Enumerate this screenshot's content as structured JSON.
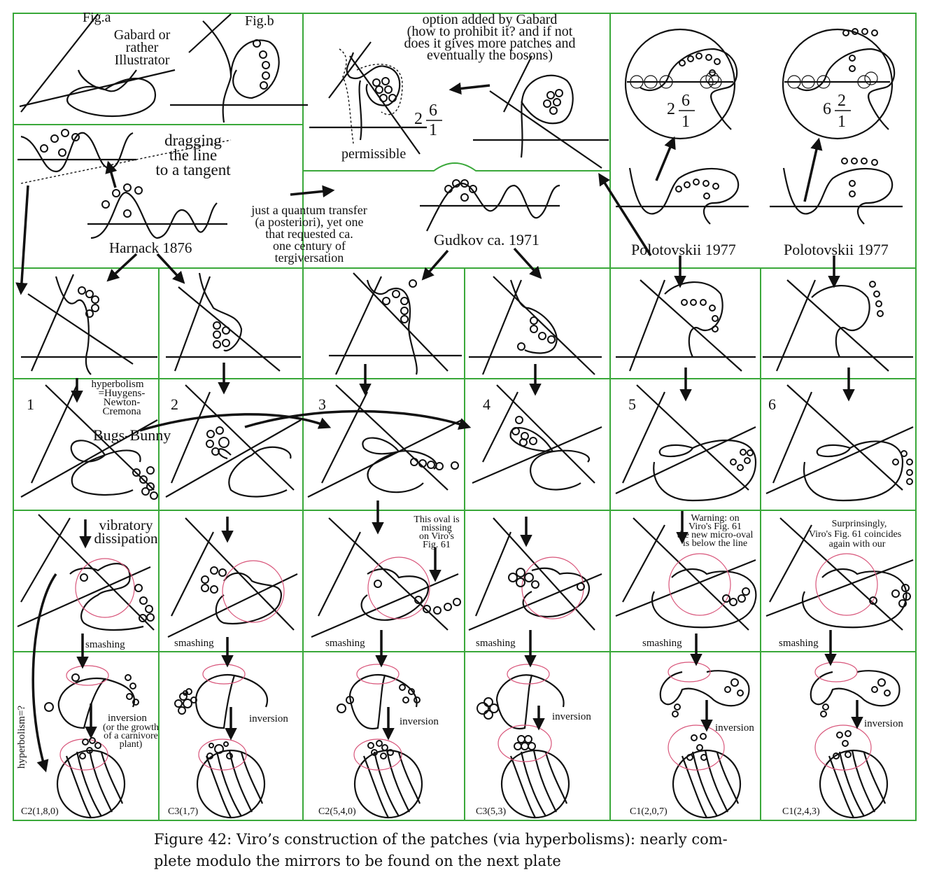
{
  "labels": {
    "fig_a": "Fig.a",
    "fig_b": "Fig.b",
    "gabard": [
      "Gabard or",
      "rather",
      "Illustrator"
    ],
    "option": [
      "option added by Gabard",
      "(how to prohibit it? and if not",
      "does it gives more patches and",
      "eventually the bosons)"
    ],
    "permissible": "permissible",
    "frac1": {
      "whole": "2",
      "num": "6",
      "den": "1"
    },
    "frac2": {
      "whole": "2",
      "num": "6",
      "den": "1"
    },
    "frac3": {
      "whole": "6",
      "num": "2",
      "den": "1"
    },
    "dragging": [
      "dragging",
      "the line",
      "to a tangent"
    ],
    "harnack": "Harnack 1876",
    "quantum": [
      "just a quantum transfer",
      "(a posteriori), yet one",
      "that requested ca.",
      "one century of",
      "tergiversation"
    ],
    "gudkov": "Gudkov ca. 1971",
    "polotovskii1": "Polotovskii 1977",
    "polotovskii2": "Polotovskii 1977",
    "hyperbolism": [
      "hyperbolism",
      "=Huygens-",
      "Newton-",
      "Cremona"
    ],
    "bugs_bunny": "Bugs-Bunny",
    "numbers": [
      "1",
      "2",
      "3",
      "4",
      "5",
      "6"
    ],
    "vibratory": [
      "vibratory",
      "dissipation"
    ],
    "missing": [
      "This oval is",
      "missing",
      "on Viro's",
      "Fig. 61"
    ],
    "warning": [
      "Warning: on",
      "Viro's Fig. 61",
      "the new micro-oval",
      "is below the line"
    ],
    "surprisingly": [
      "Surprinsingly,",
      "Viro's Fig. 61 coincides",
      "again with our"
    ],
    "smashing": "smashing",
    "hyperbolism_q": "hyperbolism=?",
    "inversion": "inversion",
    "carnivore": [
      "(or the growth",
      "of a carnivore",
      "plant)"
    ],
    "bottom": [
      "C2(1,8,0)",
      "C3(1,7)",
      "C2(5,4,0)",
      "C3(5,3)",
      "C1(2,0,7)",
      "C1(2,4,3)"
    ]
  },
  "caption": {
    "line1": "Figure 42: Viro’s construction of the patches (via hyperbolisms): nearly com-",
    "line2": "plete modulo the mirrors to be found on the next plate"
  },
  "colors": {
    "grid": "#3aa83a",
    "ink": "#111111",
    "pink": "#d8557a"
  }
}
